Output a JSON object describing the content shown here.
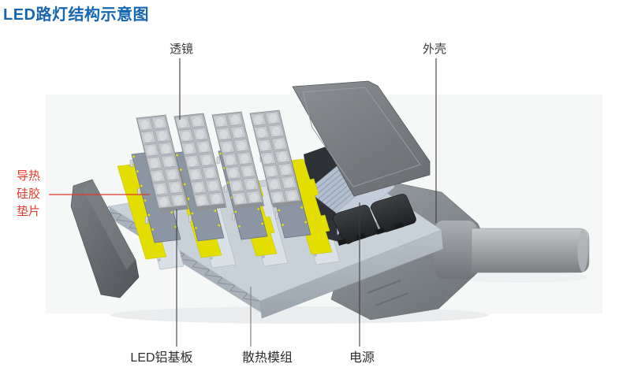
{
  "title": "LED路灯结构示意图",
  "labels": {
    "lens": "透镜",
    "housing": "外壳",
    "thermal_pad_line1": "导热",
    "thermal_pad_line2": "硅胶",
    "thermal_pad_line3": "垫片",
    "led_board": "LED铝基板",
    "heatsink": "散热模组",
    "power": "电源"
  },
  "colors": {
    "title_blue": "#1666b0",
    "label_dark": "#3a3a3a",
    "thermal_red": "#e03a2a",
    "pad_yellow": "#e4de00",
    "heatsink_gray": "#c9d1d8",
    "lens_gray": "#b7bbbf",
    "substrate_gray": "#8c95a4",
    "body_gray": "#9aa0a5",
    "cover_gray": "#797c80",
    "power_supply_blue": "#c4cedb",
    "driver_black": "#2e3135",
    "background": "#ffffff"
  }
}
